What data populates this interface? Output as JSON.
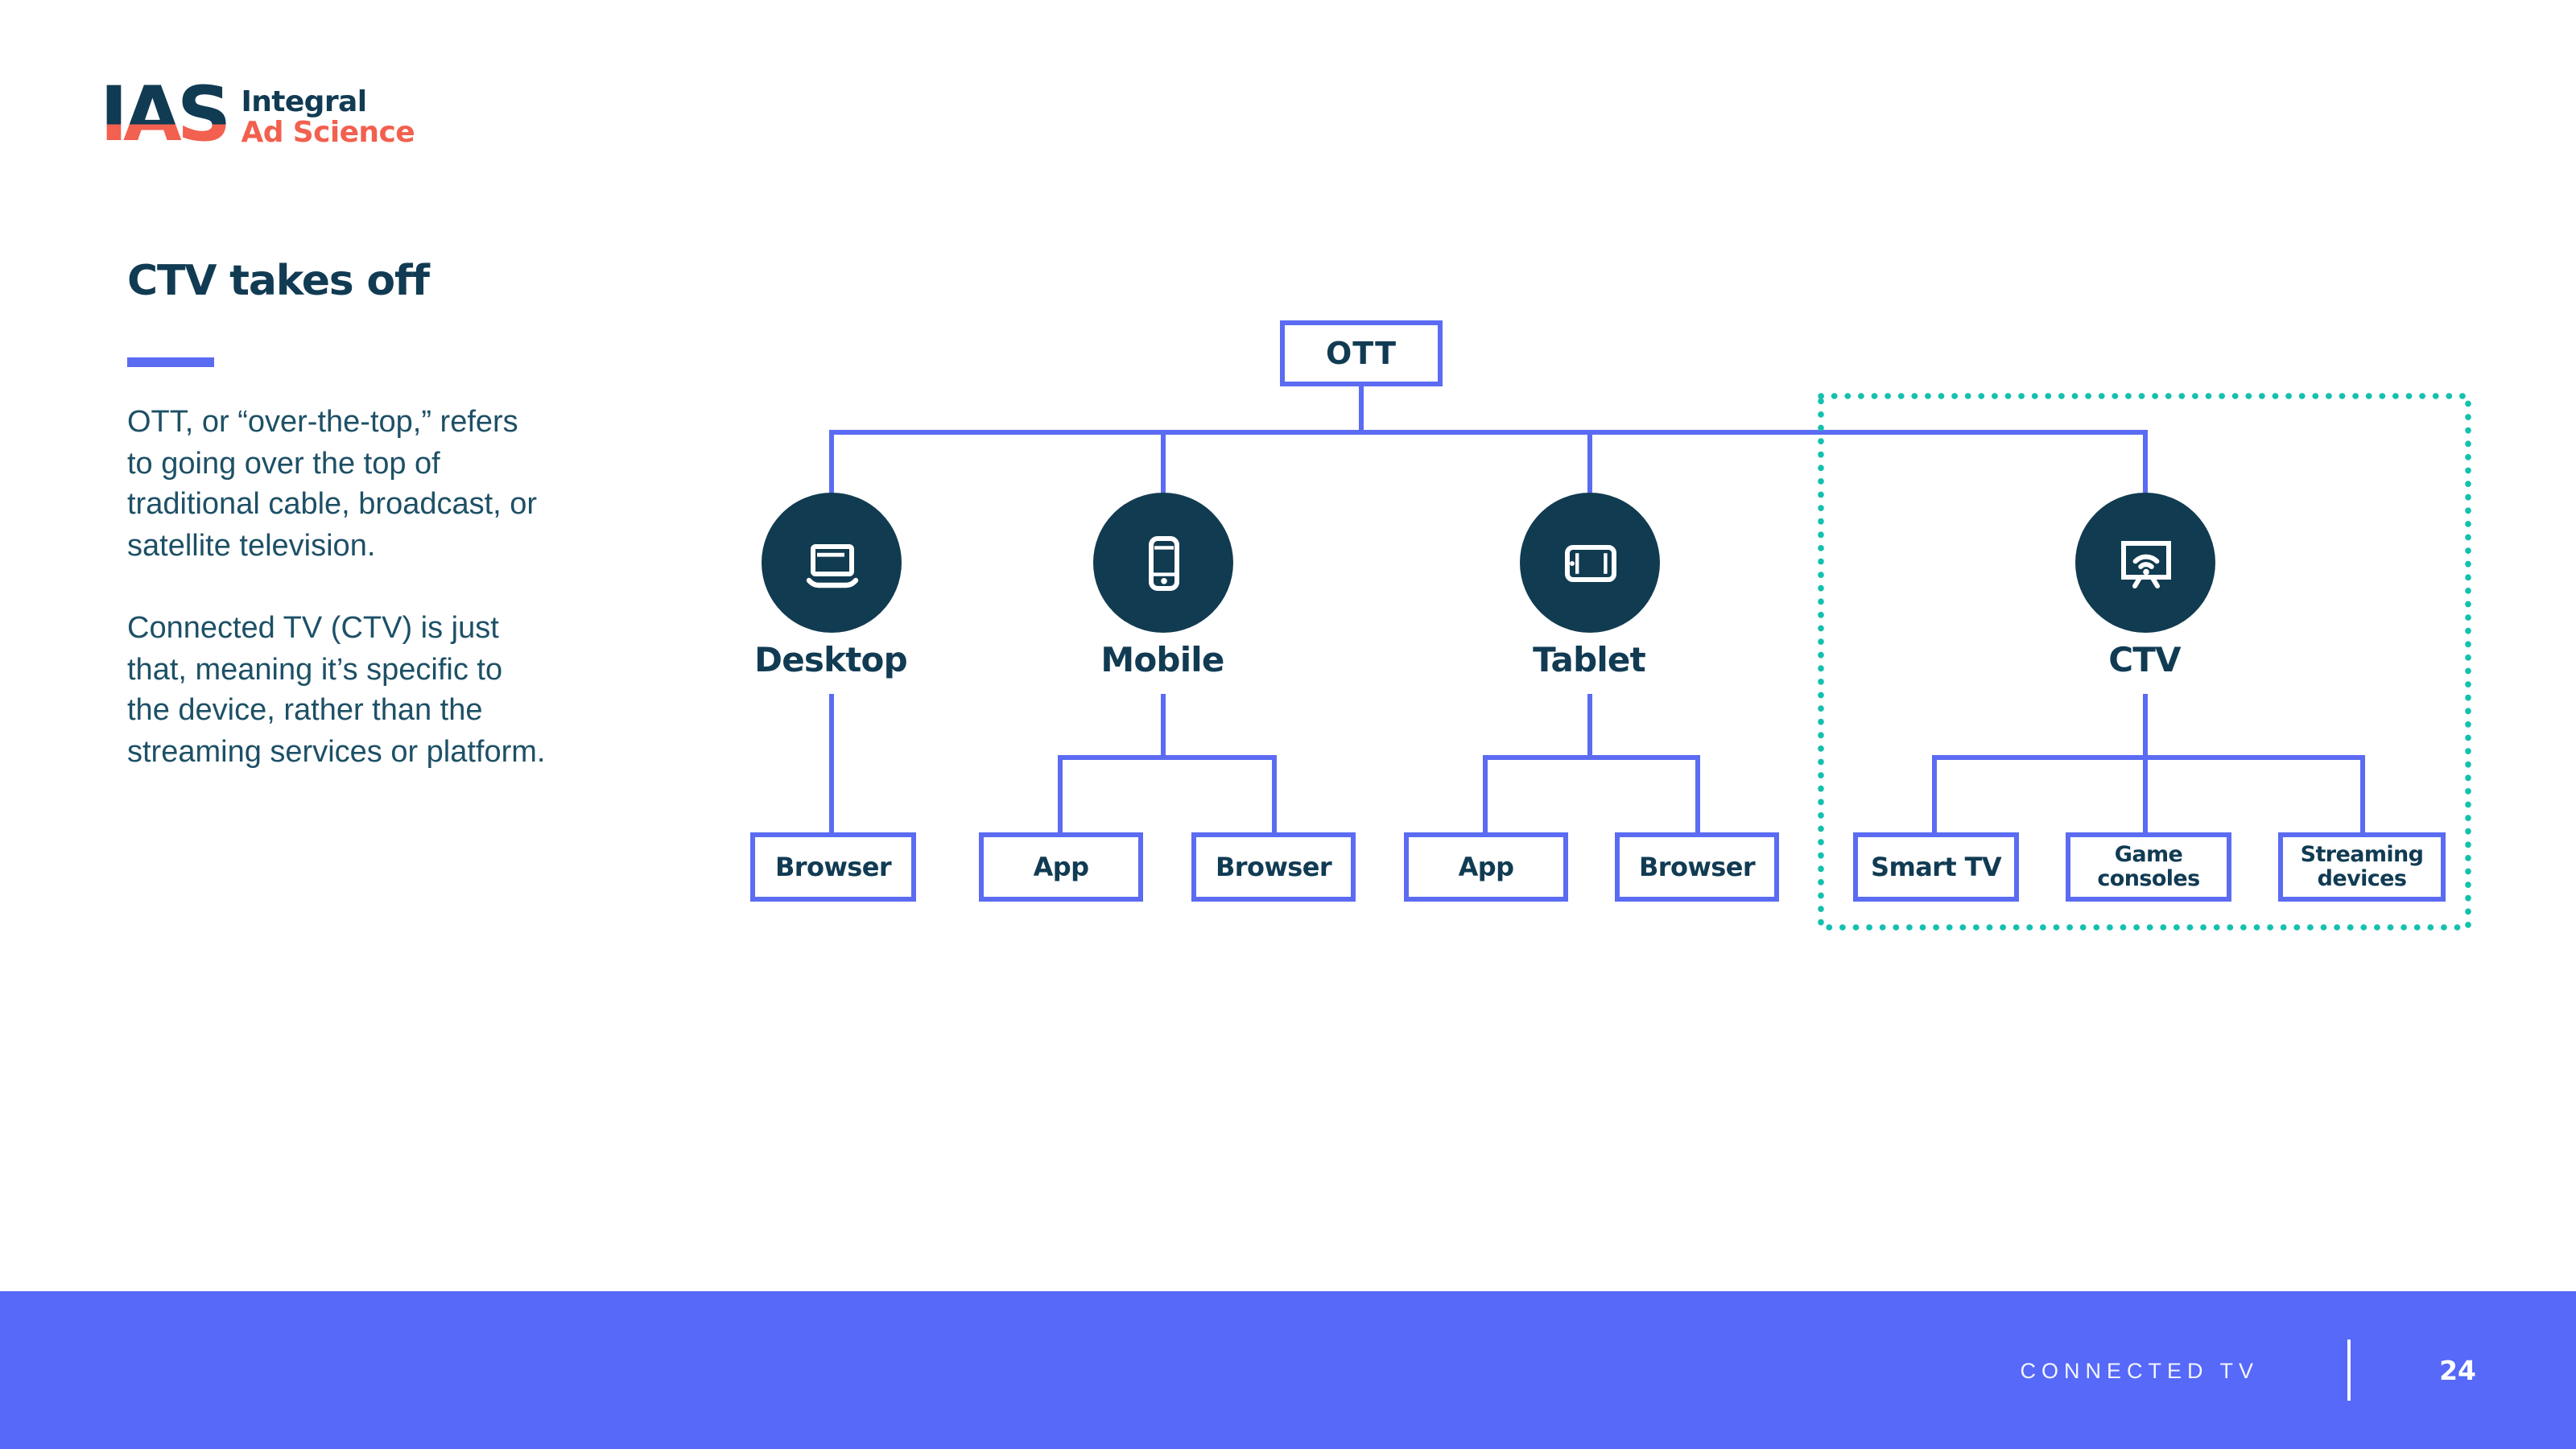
{
  "logo": {
    "abbr": "IAS",
    "name_line1": "Integral",
    "name_line2": "Ad Science"
  },
  "intro": {
    "title": "CTV takes off",
    "paragraph1": "OTT, or “over-the-top,” refers to going over the top of traditional cable, broadcast, or satellite television.",
    "paragraph2": "Connected TV (CTV) is just that, meaning it’s specific to the device, rather than the streaming services or platform."
  },
  "diagram": {
    "root": {
      "label": "OTT"
    },
    "branches": [
      {
        "label": "Desktop",
        "icon": "laptop-icon",
        "children": [
          "Browser"
        ]
      },
      {
        "label": "Mobile",
        "icon": "smartphone-icon",
        "children": [
          "App",
          "Browser"
        ]
      },
      {
        "label": "Tablet",
        "icon": "tablet-icon",
        "children": [
          "App",
          "Browser"
        ]
      },
      {
        "label": "CTV",
        "icon": "tv-wifi-icon",
        "children": [
          "Smart TV",
          "Game consoles",
          "Streaming devices"
        ],
        "highlighted": true
      }
    ]
  },
  "footer": {
    "section": "CONNECTED TV",
    "page": "24"
  },
  "colors": {
    "navy": "#113b53",
    "body_text": "#1d5066",
    "accent_blue": "#5b6bf2",
    "footer_blue": "#5669f8",
    "highlight_teal": "#14c0ae",
    "coral": "#f2604f"
  }
}
